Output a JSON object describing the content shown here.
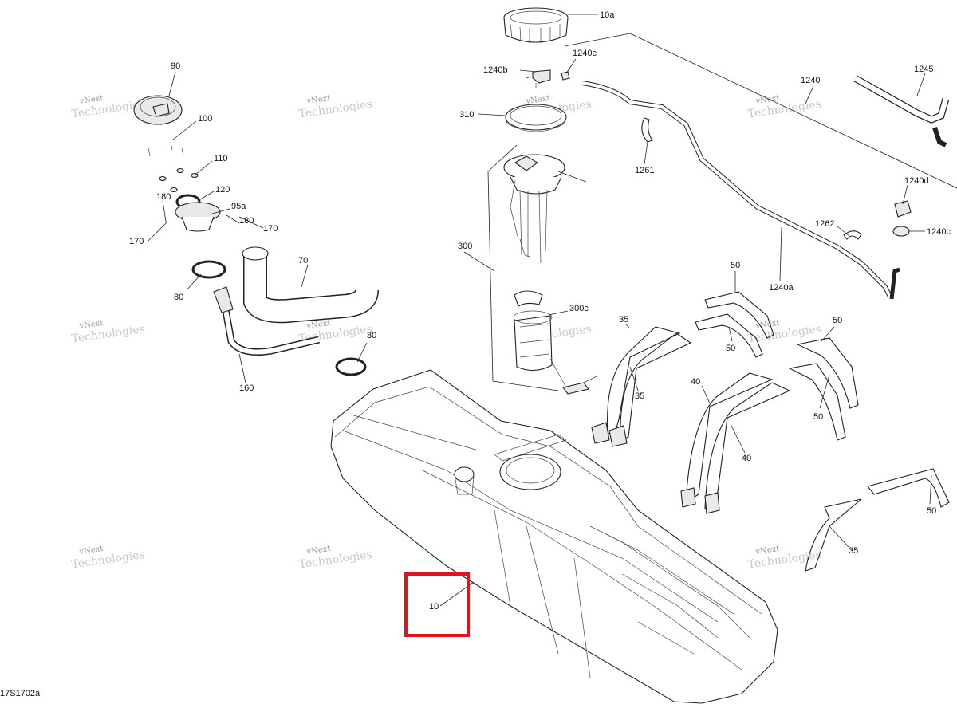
{
  "diagram_code": "17S1702a",
  "watermark": {
    "line1": "vNext",
    "line2": "Technologies",
    "full": "vNext Technologies"
  },
  "highlight_color": "#e0141c",
  "callouts": [
    {
      "id": "c10a",
      "text": "10a"
    },
    {
      "id": "c1240c_top",
      "text": "1240c"
    },
    {
      "id": "c1240b",
      "text": "1240b"
    },
    {
      "id": "c1245",
      "text": "1245"
    },
    {
      "id": "c1240",
      "text": "1240"
    },
    {
      "id": "c310",
      "text": "310"
    },
    {
      "id": "c1261",
      "text": "1261"
    },
    {
      "id": "c1240d",
      "text": "1240d"
    },
    {
      "id": "c1262",
      "text": "1262"
    },
    {
      "id": "c1240c_right",
      "text": "1240c"
    },
    {
      "id": "c1240a",
      "text": "1240a"
    },
    {
      "id": "c300",
      "text": "300"
    },
    {
      "id": "c300c",
      "text": "300c"
    },
    {
      "id": "c90",
      "text": "90"
    },
    {
      "id": "c100",
      "text": "100"
    },
    {
      "id": "c110",
      "text": "110"
    },
    {
      "id": "c120",
      "text": "120"
    },
    {
      "id": "c95a",
      "text": "95a"
    },
    {
      "id": "c180a",
      "text": "180"
    },
    {
      "id": "c180b",
      "text": "180"
    },
    {
      "id": "c170a",
      "text": "170"
    },
    {
      "id": "c170b",
      "text": "170"
    },
    {
      "id": "c70",
      "text": "70"
    },
    {
      "id": "c80a",
      "text": "80"
    },
    {
      "id": "c80b",
      "text": "80"
    },
    {
      "id": "c160",
      "text": "160"
    },
    {
      "id": "c50a",
      "text": "50"
    },
    {
      "id": "c50b",
      "text": "50"
    },
    {
      "id": "c50c",
      "text": "50"
    },
    {
      "id": "c50d",
      "text": "50"
    },
    {
      "id": "c50e",
      "text": "50"
    },
    {
      "id": "c35a",
      "text": "35"
    },
    {
      "id": "c35b",
      "text": "35"
    },
    {
      "id": "c35c",
      "text": "35"
    },
    {
      "id": "c40a",
      "text": "40"
    },
    {
      "id": "c40b",
      "text": "40"
    },
    {
      "id": "c10",
      "text": "10"
    }
  ]
}
